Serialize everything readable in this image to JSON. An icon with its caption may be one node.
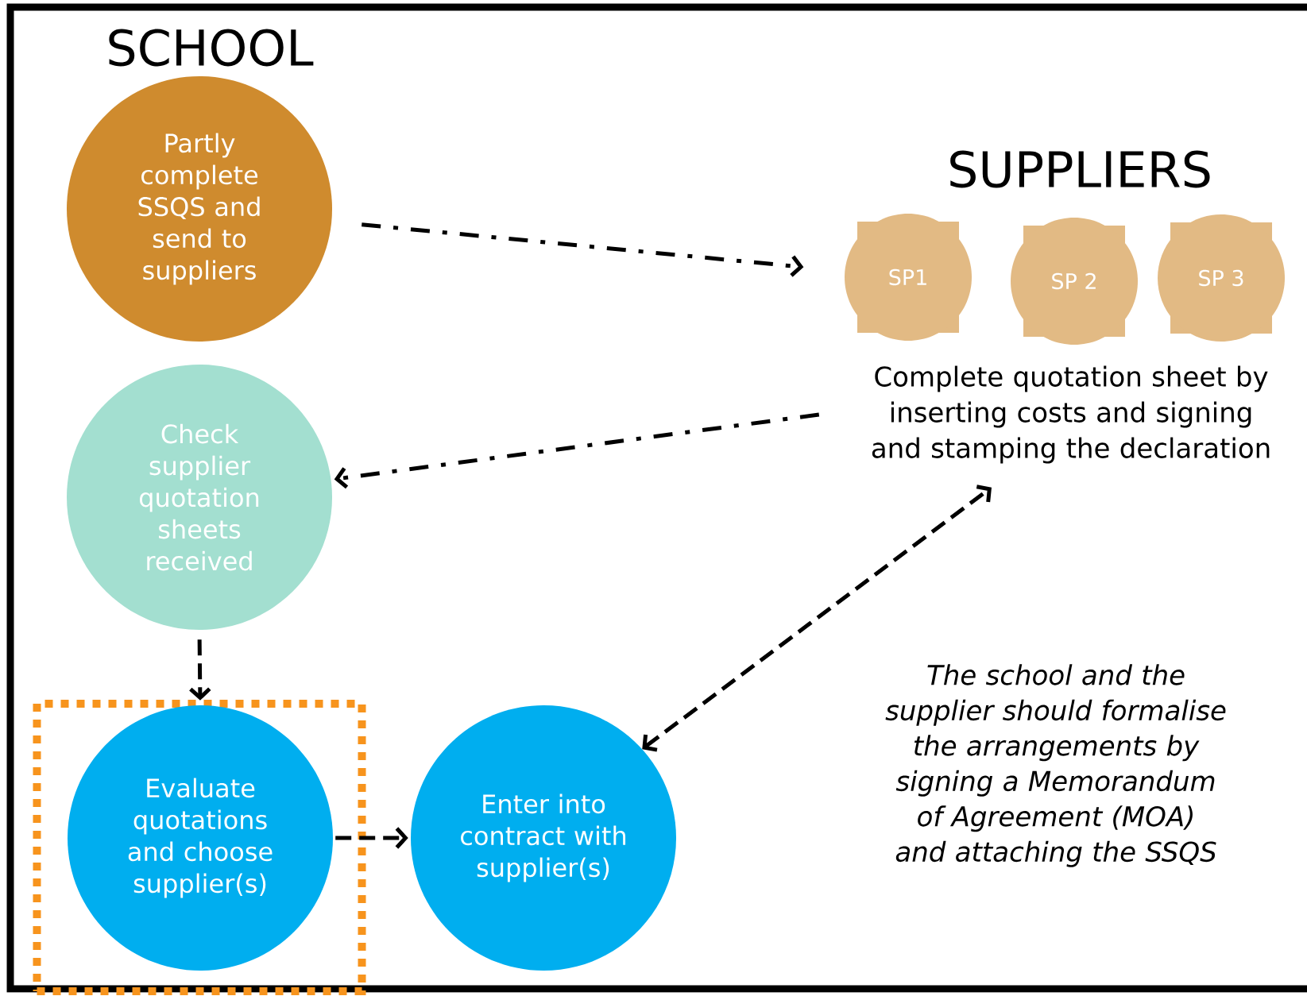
{
  "diagram": {
    "nodes": [
      {
        "text": [
          "Partly complete SSQS and send to suppliers"
        ]
      },
      {
        "text": [
          "SP1"
        ]
      },
      {
        "text": [
          "SP 2"
        ]
      },
      {
        "text": [
          "SP 3"
        ]
      },
      {
        "text": [
          "Complete quotation sheet by inserting costs and signing and stamping the declaration"
        ]
      },
      {
        "text": [
          "Check supplier quotation sheets received"
        ]
      },
      {
        "text": [],
        "shape": "box"
      },
      {
        "text": [
          "Evaluate quotations and choose supplier(s)"
        ],
        "in": 6
      },
      {
        "text": [
          "Enter into contract with supplier(s)"
        ]
      }
    ],
    "edges": [
      {
        "from": 0,
        "to": 1,
        "arrow": "to"
      },
      {
        "from": 4,
        "to": 5,
        "arrow": "to"
      },
      {
        "from": 5,
        "to": 7,
        "arrow": "to",
        "style": "dashed"
      },
      {
        "from": 7,
        "to": 8,
        "arrow": "to",
        "style": "dashed"
      },
      {
        "from": 8,
        "to": 4,
        "arrow": "both",
        "style": "dashed"
      }
    ],
    "labels": [
      "SCHOOL",
      "SUPPLIERS",
      "The school and the supplier should formalise the arrangements by signing a Memorandum of Agreement (MOA) and attaching the SSQS"
    ]
  }
}
